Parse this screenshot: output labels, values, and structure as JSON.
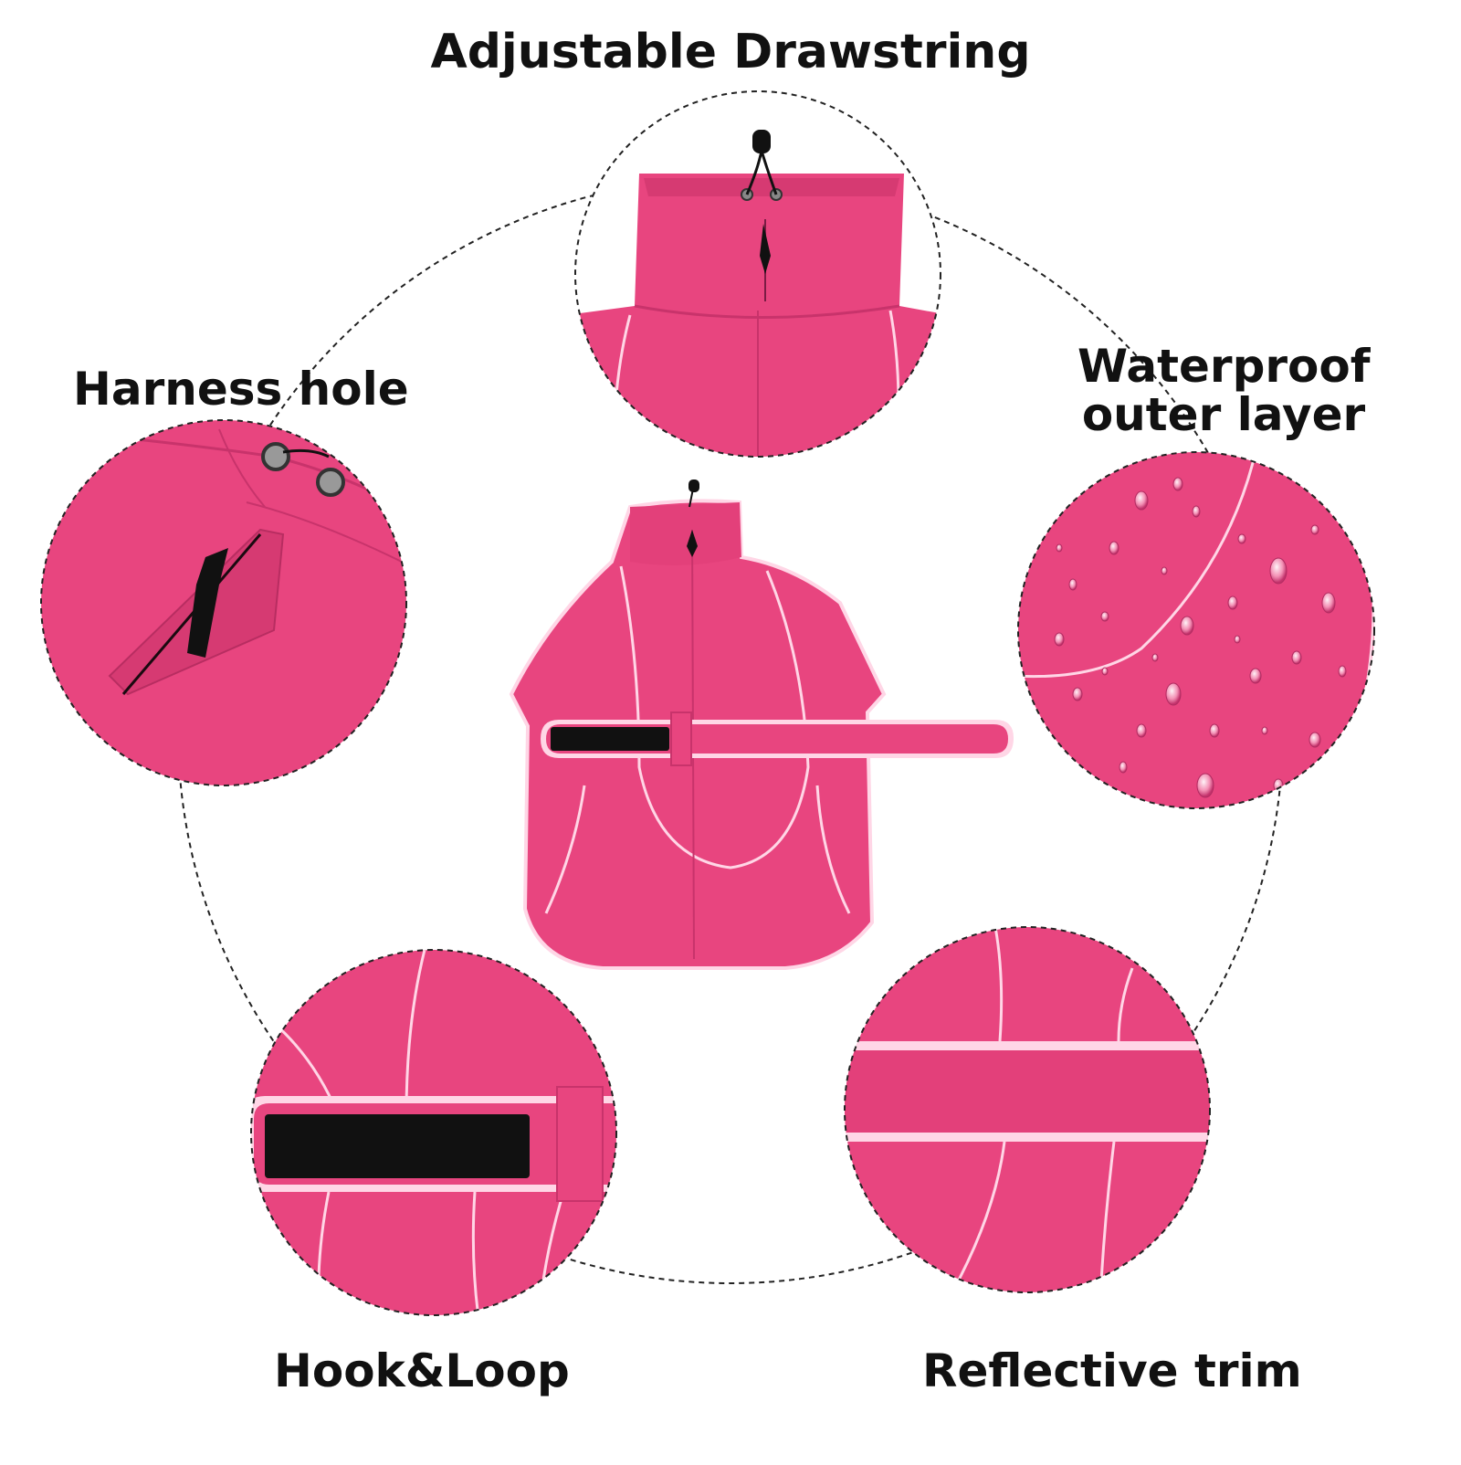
{
  "labels": {
    "top": "Adjustable Drawstring",
    "left": "Harness hole",
    "right_line1": "Waterproof",
    "right_line2": "outer layer",
    "bottom_left": "Hook&Loop",
    "bottom_right": "Reflective trim"
  },
  "colors": {
    "fabric": "#e8457f",
    "fabric_dark": "#d63a72",
    "trim": "#ffd6e6",
    "strap": "#111111",
    "text": "#111111"
  },
  "icons": {
    "center": "dog-raincoat",
    "top": "drawstring-closeup",
    "left": "harness-hole-closeup",
    "right": "waterproof-droplets-closeup",
    "bottom_left": "hook-loop-strap-closeup",
    "bottom_right": "reflective-trim-closeup"
  }
}
